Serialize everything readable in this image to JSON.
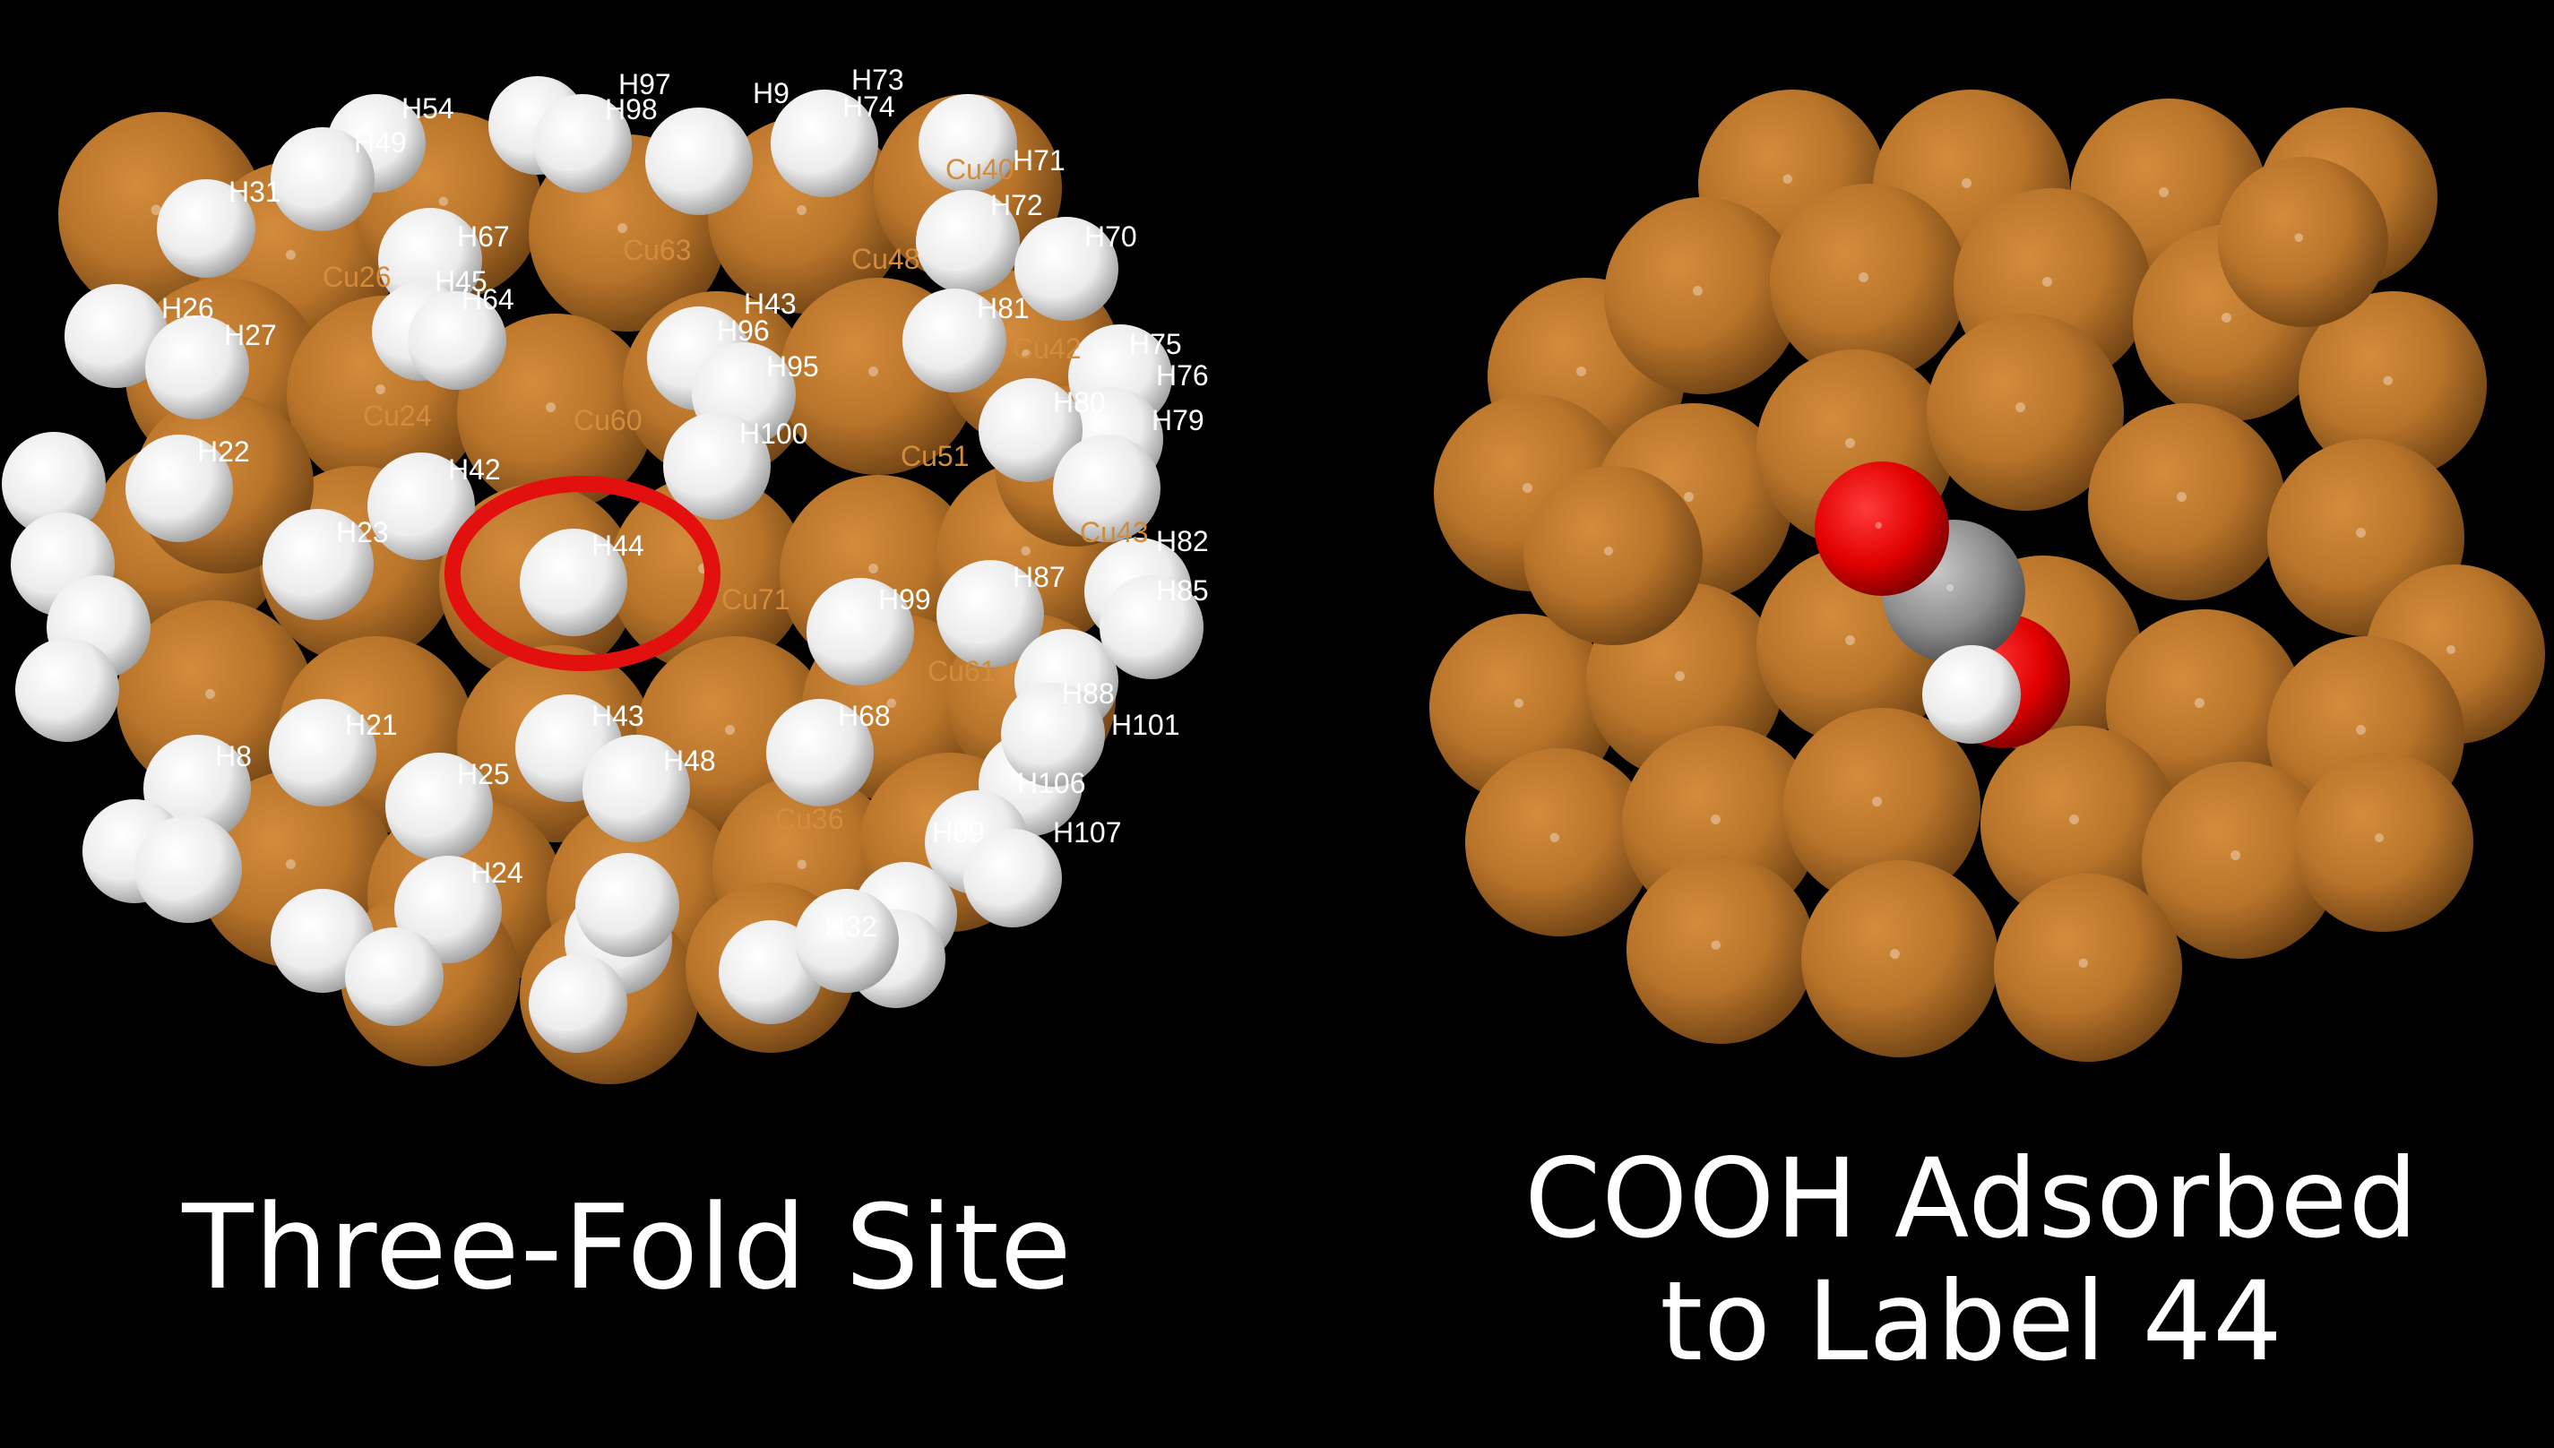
{
  "colors": {
    "background": "#000000",
    "copper": "#c07a2c",
    "hydrogen": "#f2f2f2",
    "oxygen": "#e60000",
    "carbon": "#8c8c8c",
    "highlight": "#e31010",
    "cu_label": "#d28c3c",
    "h_label": "#ffffff"
  },
  "left_panel": {
    "caption": "Three-Fold Site",
    "highlight": {
      "shape": "ellipse",
      "color": "red",
      "target_label": "H44"
    },
    "h_labels": [
      "H54",
      "H97",
      "H98",
      "H9",
      "H73",
      "H74",
      "H71",
      "H49",
      "H31",
      "H72",
      "H70",
      "H67",
      "H45",
      "H64",
      "H26",
      "H27",
      "H81",
      "H96",
      "H95",
      "H75",
      "H76",
      "H22",
      "H80",
      "H79",
      "H100",
      "H42",
      "H82",
      "H23",
      "H44",
      "H87",
      "H85",
      "H99",
      "H88",
      "H101",
      "H21",
      "H43",
      "H68",
      "H8",
      "H25",
      "H48",
      "H106",
      "H107",
      "H69",
      "H24",
      "H32",
      "H43"
    ],
    "cu_labels": [
      "Cu48",
      "Cu63",
      "Cu40",
      "Cu42",
      "Cu51",
      "Cu60",
      "Cu71",
      "Cu43",
      "Cu61",
      "Cu24",
      "Cu26",
      "Cu36"
    ]
  },
  "right_panel": {
    "caption_line1": "COOH Adsorbed",
    "caption_line2": "to Label 44",
    "adsorbate": [
      "O",
      "C",
      "O",
      "H"
    ]
  }
}
